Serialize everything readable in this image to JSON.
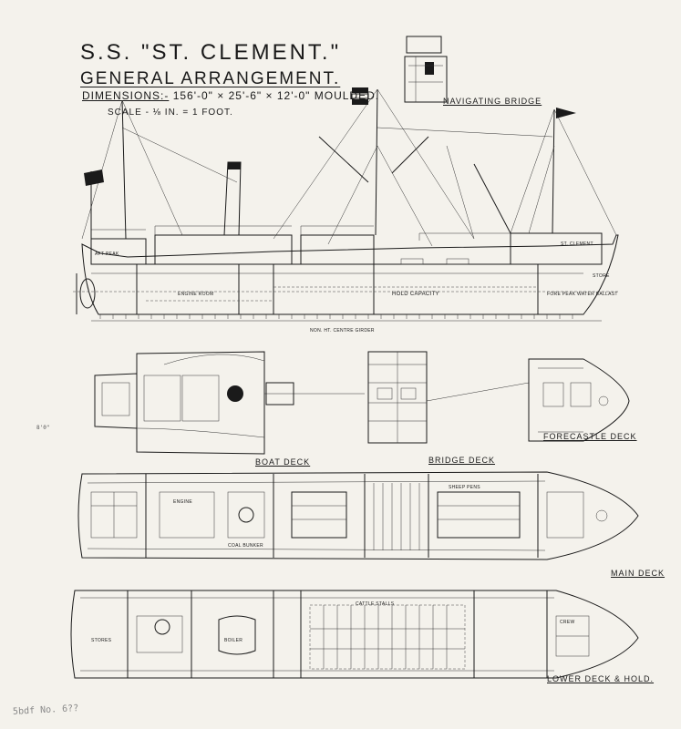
{
  "title": {
    "ship_name": "S.S. \"ST. CLEMENT.\"",
    "subtitle": "GENERAL ARRANGEMENT.",
    "dimensions_label": "DIMENSIONS:-",
    "dimensions_value": "156'-0\" × 25'-6\" × 12'-0\" MOULDED.",
    "scale": "SCALE - ⅛ IN. = 1 FOOT."
  },
  "views": {
    "navigating_bridge": "NAVIGATING BRIDGE",
    "boat_deck": "BOAT DECK",
    "bridge_deck": "BRIDGE DECK",
    "forecastle_deck": "FORECASTLE DECK",
    "main_deck": "MAIN DECK",
    "lower_deck": "LOWER DECK & HOLD."
  },
  "profile_labels": {
    "engine_room": "ENGINE ROOM",
    "hold_capacity": "HOLD CAPACITY",
    "name_on_bow": "ST. CLEMENT",
    "fore_peak": "FORE PEAK WATER BALLAST",
    "aft_peak": "AFT PEAK",
    "centre_girder": "NON. HT. CENTRE GIRDER",
    "store": "STORE"
  },
  "plan_labels": {
    "sheep_pens": "SHEEP PENS",
    "cattle_stalls": "CATTLE STALLS",
    "engine": "ENGINE",
    "boiler": "BOILER",
    "coal_bunker": "COAL BUNKER",
    "crew": "CREW",
    "stores": "STORES"
  },
  "stamp": "5bdf No. 6??",
  "margin_note": "8'0\"",
  "colors": {
    "ink": "#1a1a1a",
    "paper": "#f4f2ec"
  }
}
